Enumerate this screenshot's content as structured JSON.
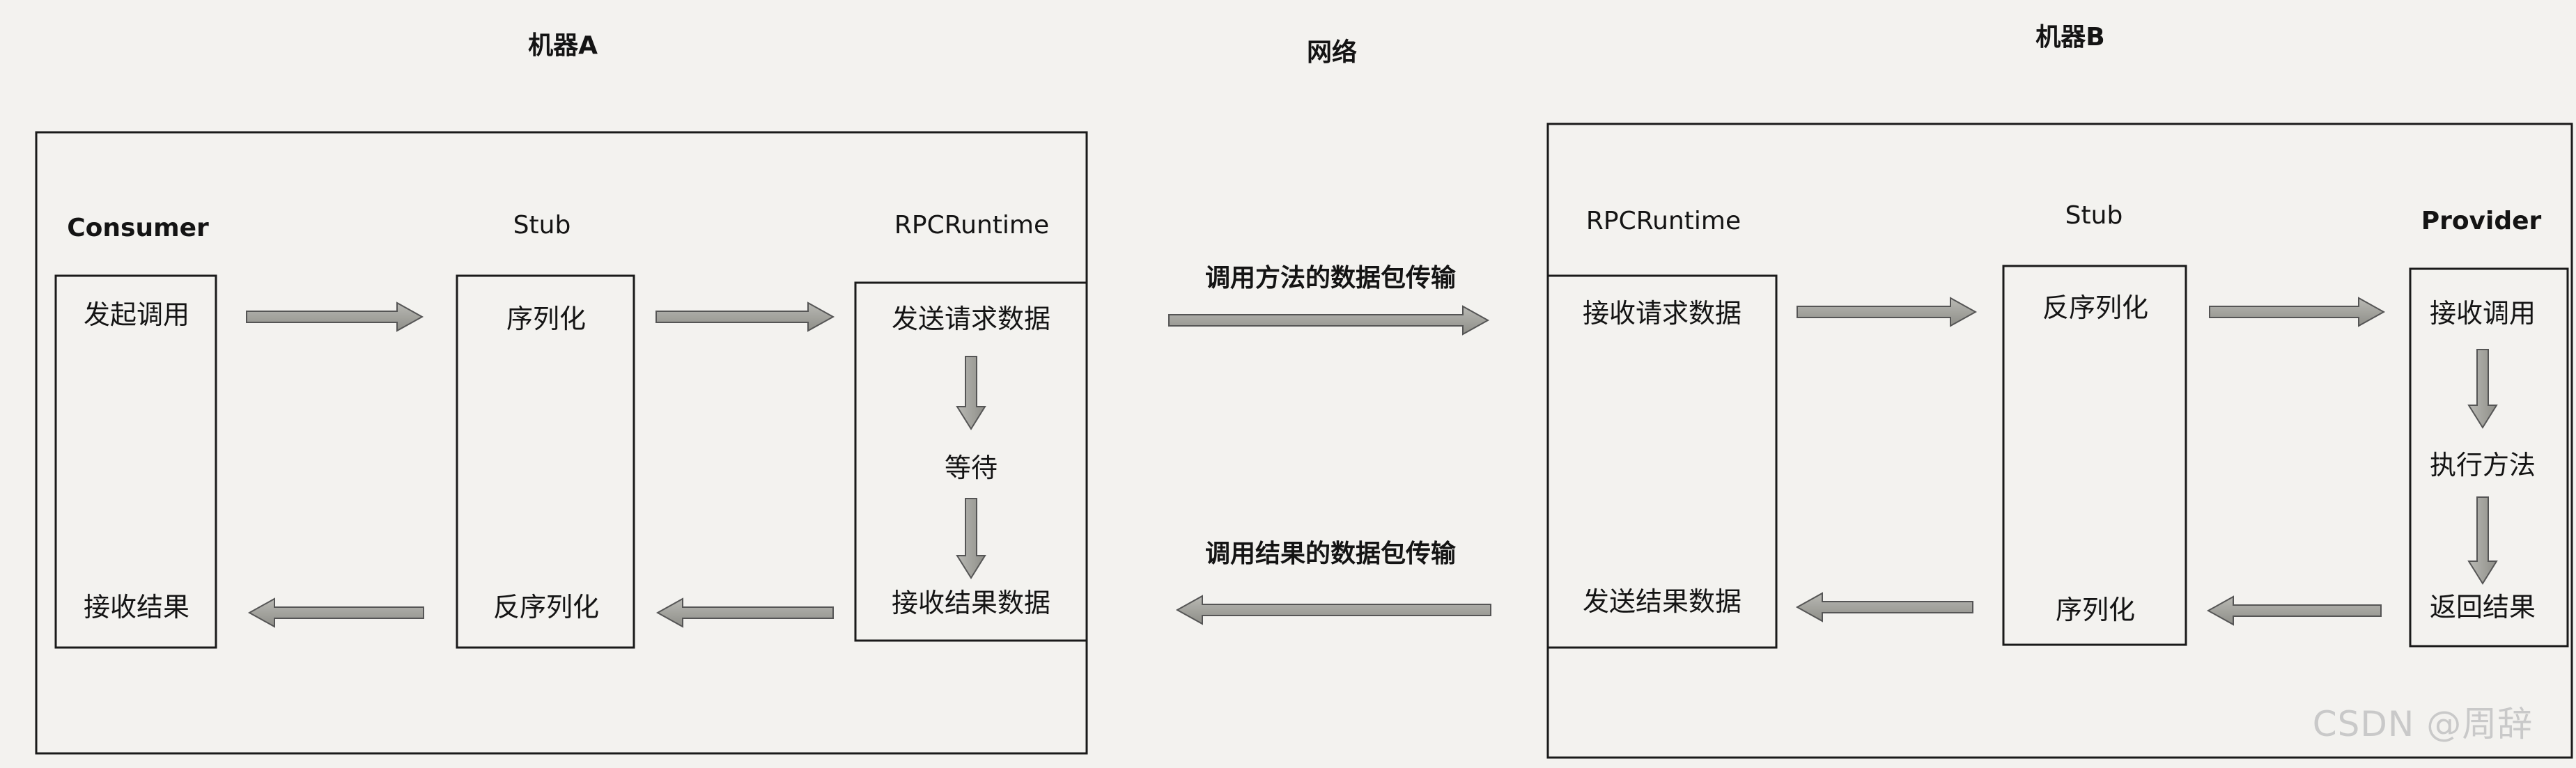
{
  "headers": {
    "machine_a": "机器A",
    "network": "网络",
    "machine_b": "机器B"
  },
  "machine_a": {
    "consumer": {
      "title": "Consumer",
      "call": "发起调用",
      "receive": "接收结果"
    },
    "stub": {
      "title": "Stub",
      "serialize": "序列化",
      "deserialize": "反序列化"
    },
    "runtime": {
      "title": "RPCRuntime",
      "send": "发送请求数据",
      "wait": "等待",
      "receive": "接收结果数据"
    }
  },
  "network": {
    "request": "调用方法的数据包传输",
    "response": "调用结果的数据包传输"
  },
  "machine_b": {
    "runtime": {
      "title": "RPCRuntime",
      "receive": "接收请求数据",
      "send": "发送结果数据"
    },
    "stub": {
      "title": "Stub",
      "deserialize": "反序列化",
      "serialize": "序列化"
    },
    "provider": {
      "title": "Provider",
      "receive": "接收调用",
      "execute": "执行方法",
      "return": "返回结果"
    }
  },
  "watermark": "CSDN @周辞"
}
